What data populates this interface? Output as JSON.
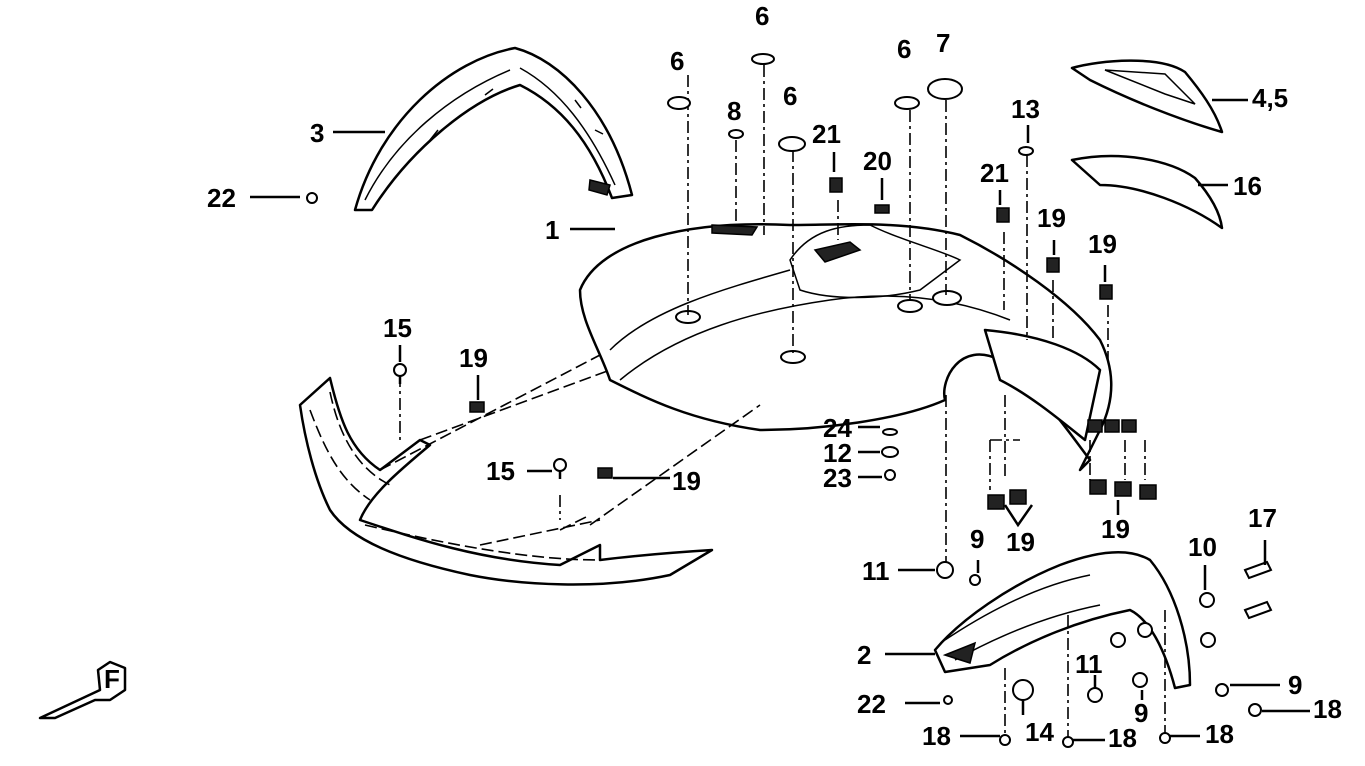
{
  "diagram": {
    "title": "Front fender body parts exploded view",
    "callouts": {
      "p1": "1",
      "p2": "2",
      "p3": "3",
      "p45": "4,5",
      "p6a": "6",
      "p6b": "6",
      "p6c": "6",
      "p6d": "6",
      "p7": "7",
      "p8": "8",
      "p9a": "9",
      "p9b": "9",
      "p9c": "9",
      "p10": "10",
      "p11a": "11",
      "p11b": "11",
      "p12": "12",
      "p13": "13",
      "p14": "14",
      "p15a": "15",
      "p15b": "15",
      "p16": "16",
      "p17": "17",
      "p18a": "18",
      "p18b": "18",
      "p18c": "18",
      "p18d": "18",
      "p19a": "19",
      "p19b": "19",
      "p19c": "19",
      "p19d": "19",
      "p19e": "19",
      "p19f": "19",
      "p20": "20",
      "p21a": "21",
      "p21b": "21",
      "p22a": "22",
      "p22b": "22",
      "p23": "23",
      "p24": "24"
    },
    "direction_marker": "F"
  }
}
